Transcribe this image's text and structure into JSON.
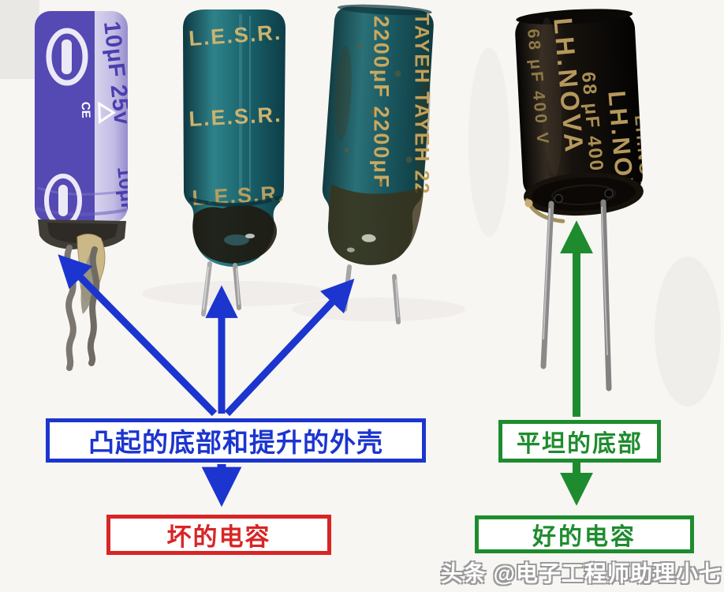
{
  "annotations": {
    "bad_cause_label": "凸起的底部和提升的外壳",
    "bad_result_label": "坏的电容",
    "good_cause_label": "平坦的底部",
    "good_result_label": "好的电容"
  },
  "watermark": "头条 @电子工程师助理小七",
  "capacitors": {
    "purple_burst": {
      "rating": "10μF 25v",
      "rating_partial": "10μF",
      "cert_mark": "CE"
    },
    "teal_lesr": {
      "brand": "L.E.S.R."
    },
    "teal_tayeh": {
      "column_left": "2200μF 2200μF",
      "column_right": "TAYEH TAYEH 22"
    },
    "black_nova": {
      "brand": "LH.NOVA",
      "rating": "68 μF 400 V"
    }
  },
  "colors": {
    "annotation_blue": "#1c35cf",
    "annotation_red": "#d82525",
    "annotation_green": "#1e8c2e",
    "gold_print": "#b5985c"
  }
}
